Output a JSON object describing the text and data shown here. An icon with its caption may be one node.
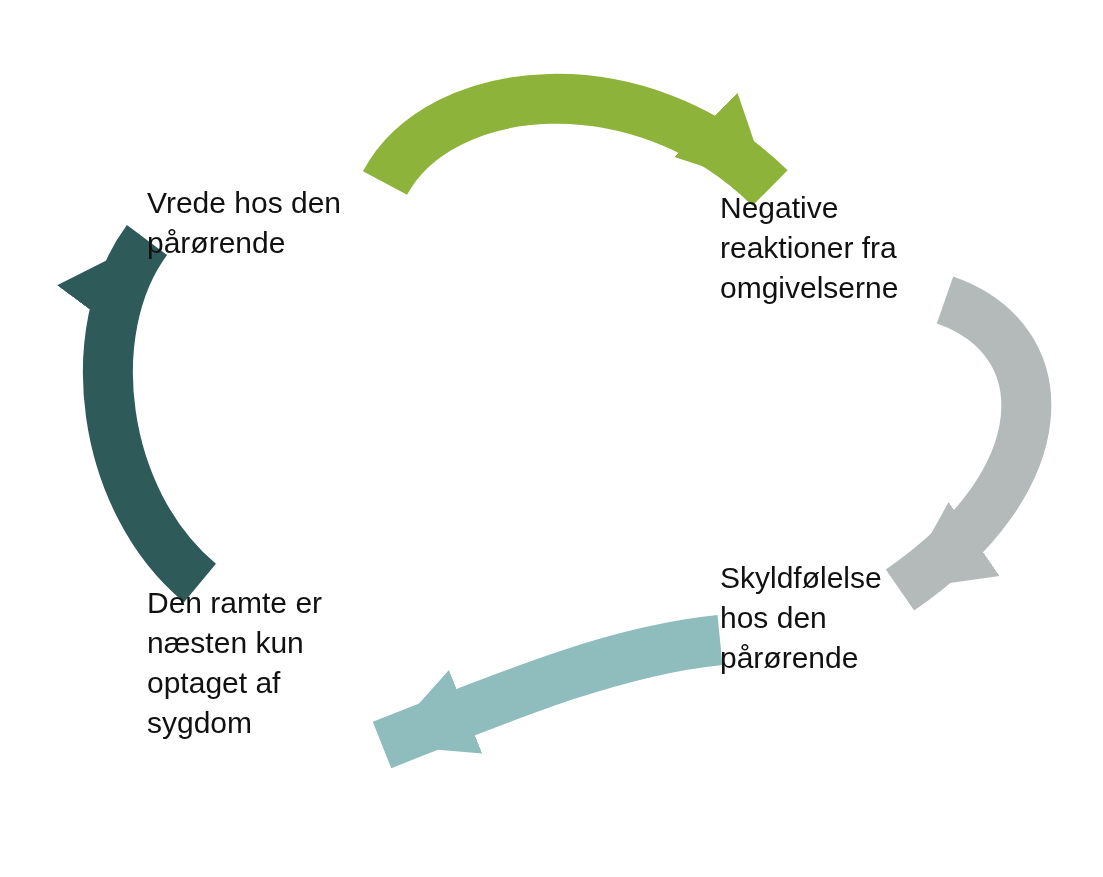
{
  "diagram": {
    "nodes": [
      {
        "text": [
          "Vrede hos den pårørende"
        ]
      },
      {
        "text": [
          "Negative reaktioner fra omgivelserne"
        ]
      },
      {
        "text": [
          "Skyldfølelse hos den pårørende"
        ]
      },
      {
        "text": [
          "Den ramte er næsten kun optaget af sygdom"
        ]
      }
    ],
    "edges": [
      {
        "from": 0,
        "to": 1,
        "arrow": "to",
        "color": "#8db33a"
      },
      {
        "from": 1,
        "to": 2,
        "arrow": "to",
        "color": "#b4baba"
      },
      {
        "from": 2,
        "to": 3,
        "arrow": "to",
        "color": "#8fbcbc"
      },
      {
        "from": 3,
        "to": 0,
        "arrow": "to",
        "color": "#2f5a5a"
      }
    ]
  }
}
